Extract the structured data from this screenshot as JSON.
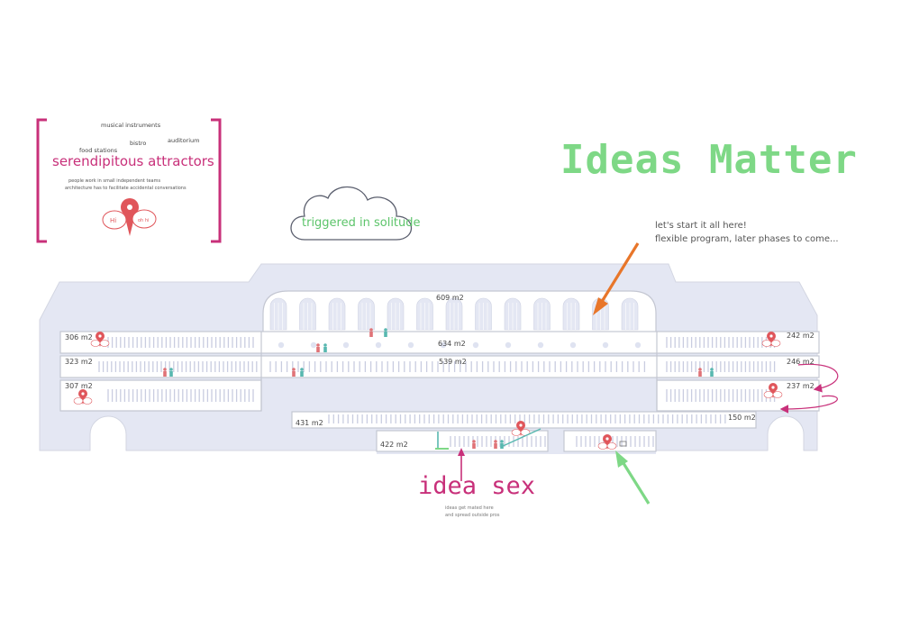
{
  "title": "Ideas Matter",
  "note": {
    "line1": "let's start it all here!",
    "line2": "flexible program, later phases to come..."
  },
  "cloud": {
    "label": "triggered in solitude"
  },
  "attractors": {
    "title": "serendipitous attractors",
    "words": {
      "musical": "musical instruments",
      "bistro": "bistro",
      "auditorium": "auditorium",
      "food": "food stations"
    },
    "line1": "people work in small independent teams",
    "line2": "architecture has to facilitate accidental conversations",
    "bubble_left": "Hi",
    "bubble_right": "oh hi"
  },
  "idea_sex": {
    "title": "idea sex",
    "line1": "ideas get mated here",
    "line2": "and spread outside pros"
  },
  "areas": {
    "a609": "609 m2",
    "a634": "634 m2",
    "a539": "539 m2",
    "a306": "306 m2",
    "a323": "323 m2",
    "a307": "307 m2",
    "a242": "242 m2",
    "a246": "246 m2",
    "a237": "237 m2",
    "a431": "431 m2",
    "a150": "150 m2",
    "a422": "422 m2"
  },
  "colors": {
    "building": "#e4e7f3",
    "outline": "#c4c7d2",
    "accent_pink": "#c8307a",
    "accent_green": "#7ed886",
    "accent_orange": "#e8762a",
    "marker_red": "#e0565b",
    "person_red": "#e07377",
    "person_teal": "#58b8b0"
  }
}
